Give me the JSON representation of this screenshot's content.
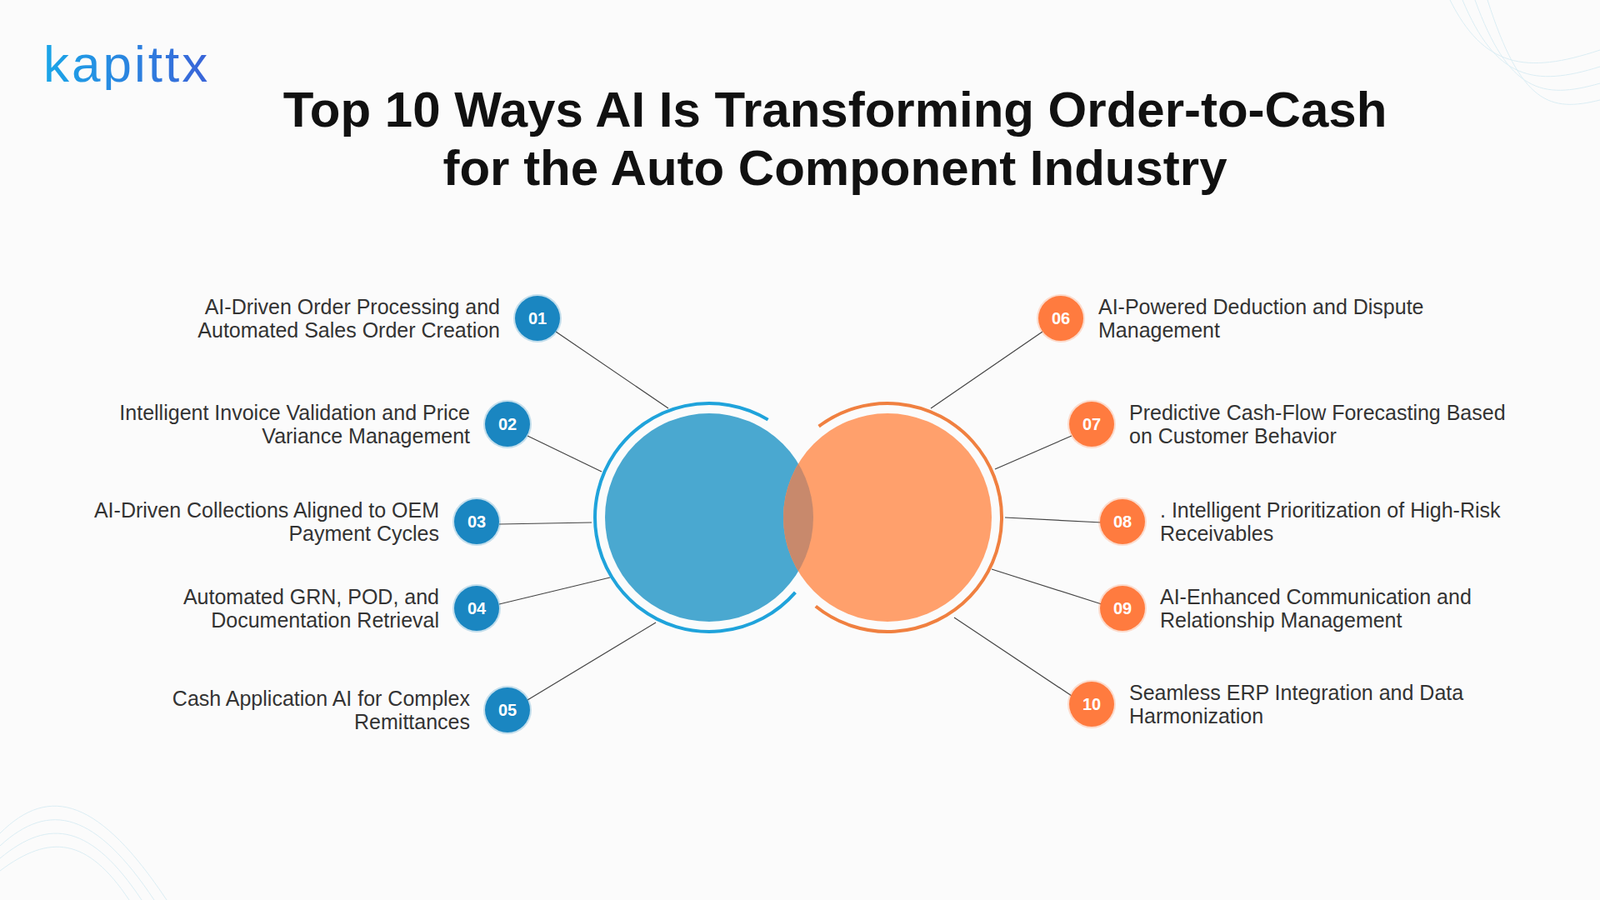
{
  "diagram": {
    "title": "Top 10 Ways AI Is Transforming Order-to-Cash for the Auto Component Industry",
    "nodes": [
      {
        "text": [
          "01",
          "AI-Driven Order Processing and Automated Sales Order Creation"
        ]
      },
      {
        "text": [
          "02",
          "Intelligent Invoice Validation and Price Variance Management"
        ]
      },
      {
        "text": [
          "03",
          "AI-Driven Collections Aligned to OEM Payment Cycles"
        ]
      },
      {
        "text": [
          "04",
          "Automated GRN, POD, and Documentation Retrieval"
        ]
      },
      {
        "text": [
          "05",
          "Cash Application AI for Complex Remittances"
        ]
      },
      {
        "text": [
          "06",
          "AI-Powered Deduction and Dispute Management"
        ]
      },
      {
        "text": [
          "07",
          "Predictive Cash-Flow Forecasting Based on Customer Behavior"
        ]
      },
      {
        "text": [
          "08",
          ". Intelligent Prioritization of High-Risk Receivables"
        ]
      },
      {
        "text": [
          "09",
          "AI-Enhanced Communication and Relationship Management"
        ]
      },
      {
        "text": [
          "10",
          "Seamless ERP Integration and Data Harmonization"
        ]
      }
    ],
    "labels": [
      "kapittx"
    ]
  }
}
